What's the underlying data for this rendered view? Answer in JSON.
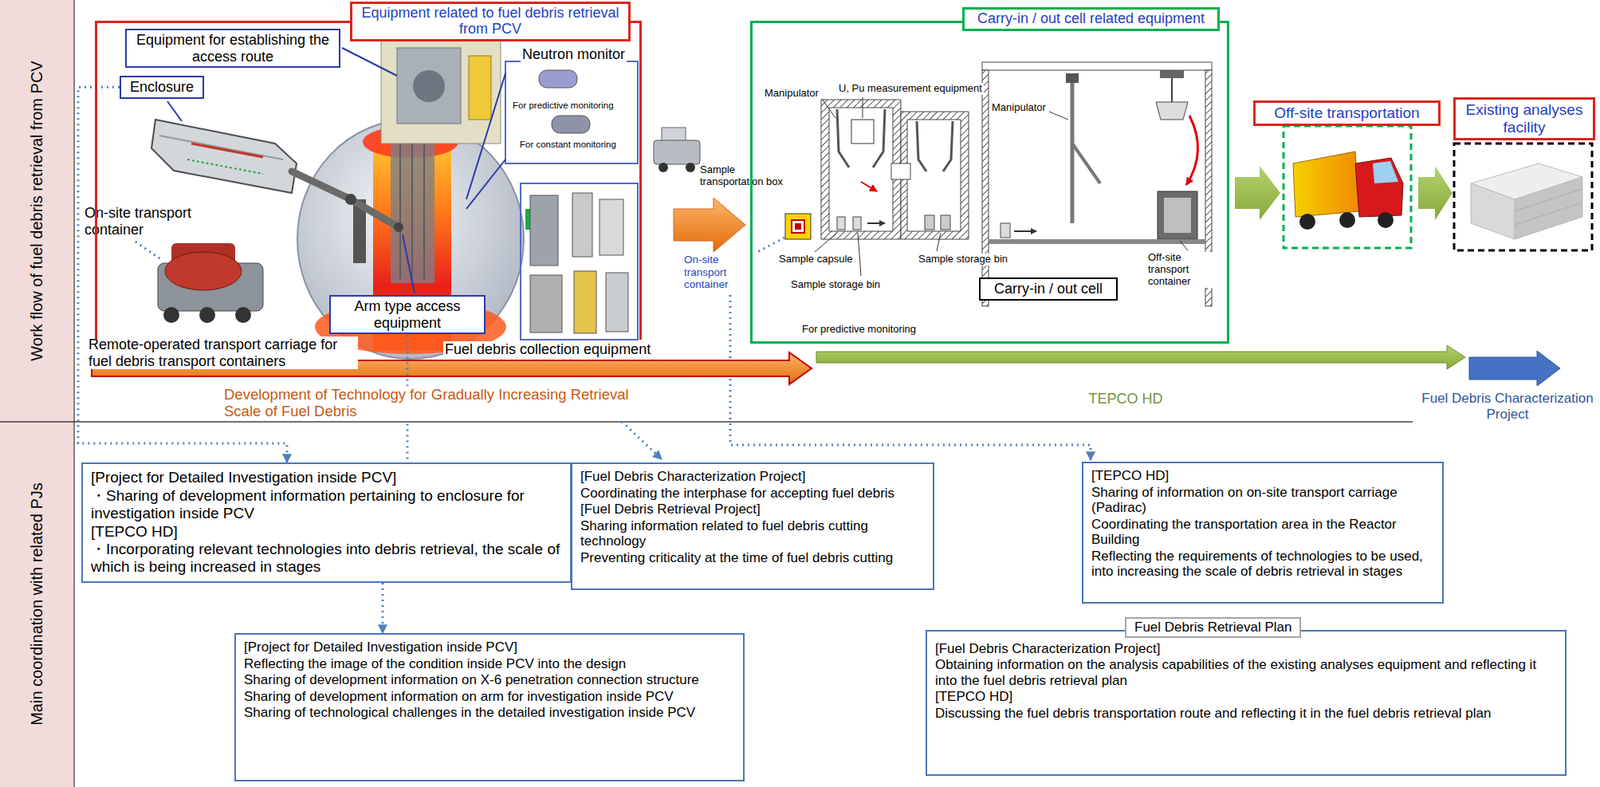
{
  "diagram": {
    "nodes": [
      {
        "text": [
          "Equipment related to fuel debris retrieval from PCV"
        ]
      },
      {
        "text": [
          "Equipment for establishing the access route"
        ],
        "in": 0
      },
      {
        "text": [
          "Enclosure"
        ],
        "in": 0
      },
      {
        "text": [
          "Arm type access equipment"
        ],
        "in": 0
      },
      {
        "text": [
          "Carry-in / out cell related equipment"
        ]
      },
      {
        "text": [
          "Carry-in / out cell"
        ],
        "in": 4
      },
      {
        "text": [
          "Off-site transportation"
        ]
      },
      {
        "text": [
          "Existing analyses facility"
        ]
      },
      {
        "text": [
          "[Project for Detailed Investigation inside PCV]",
          "・Sharing of development information pertaining to enclosure for investigation inside PCV",
          "[TEPCO HD]",
          "・Incorporating relevant technologies into debris retrieval, the scale of which is being increased in stages"
        ]
      },
      {
        "text": [
          "[Fuel Debris Characterization Project]",
          "Coordinating the interphase for accepting fuel debris",
          "[Fuel Debris Retrieval Project]",
          "Sharing information related to fuel debris cutting technology",
          "Preventing criticality at the time of fuel debris cutting"
        ]
      },
      {
        "text": [
          "[TEPCO HD]",
          "Sharing of information on on-site transport carriage (Padirac)",
          "Coordinating the transportation area in the Reactor Building",
          "Reflecting the requirements of technologies to be used, into increasing the scale of debris retrieval in stages"
        ]
      },
      {
        "text": [
          "[Project for Detailed Investigation inside PCV]",
          "Reflecting the image of the condition inside PCV into the design",
          "Sharing of development information on X-6 penetration connection structure",
          "Sharing of development information on arm for investigation inside PCV",
          "Sharing of technological challenges in the detailed investigation inside PCV"
        ]
      },
      {
        "text": [
          "Fuel Debris Retrieval Plan",
          "[Fuel Debris Characterization Project]",
          "Obtaining information on the analysis capabilities of the existing analyses equipment and reflecting it into the fuel debris retrieval plan",
          "[TEPCO HD]",
          "Discussing the fuel debris transportation route and reflecting it in the fuel debris retrieval plan"
        ]
      }
    ],
    "edges": [
      {
        "from": 2,
        "to": 8,
        "arrow": "to"
      },
      {
        "from": 3,
        "to": 8,
        "arrow": "none"
      },
      {
        "from": 8,
        "to": 11,
        "arrow": "to"
      }
    ],
    "labels": [
      "Work flow of fuel debris retrieval from PCV",
      "Main coordination with related PJs",
      "Neutron monitor",
      "For predictive monitoring",
      "For constant monitoring",
      "On-site transport container",
      "Remote-operated transport carriage for fuel debris transport containers",
      "Fuel debris collection equipment",
      "Development of Technology for Gradually Increasing Retrieval Scale of Fuel Debris",
      "Sample transportation box",
      "Manipulator",
      "U, Pu measurement equipment",
      "Manipulator",
      "On-site transport container",
      "Sample capsule",
      "Sample storage bin",
      "Sample storage bin",
      "Off-site transport container",
      "For predictive monitoring",
      "TEPCO HD",
      "Fuel Debris Characterization Project"
    ]
  }
}
